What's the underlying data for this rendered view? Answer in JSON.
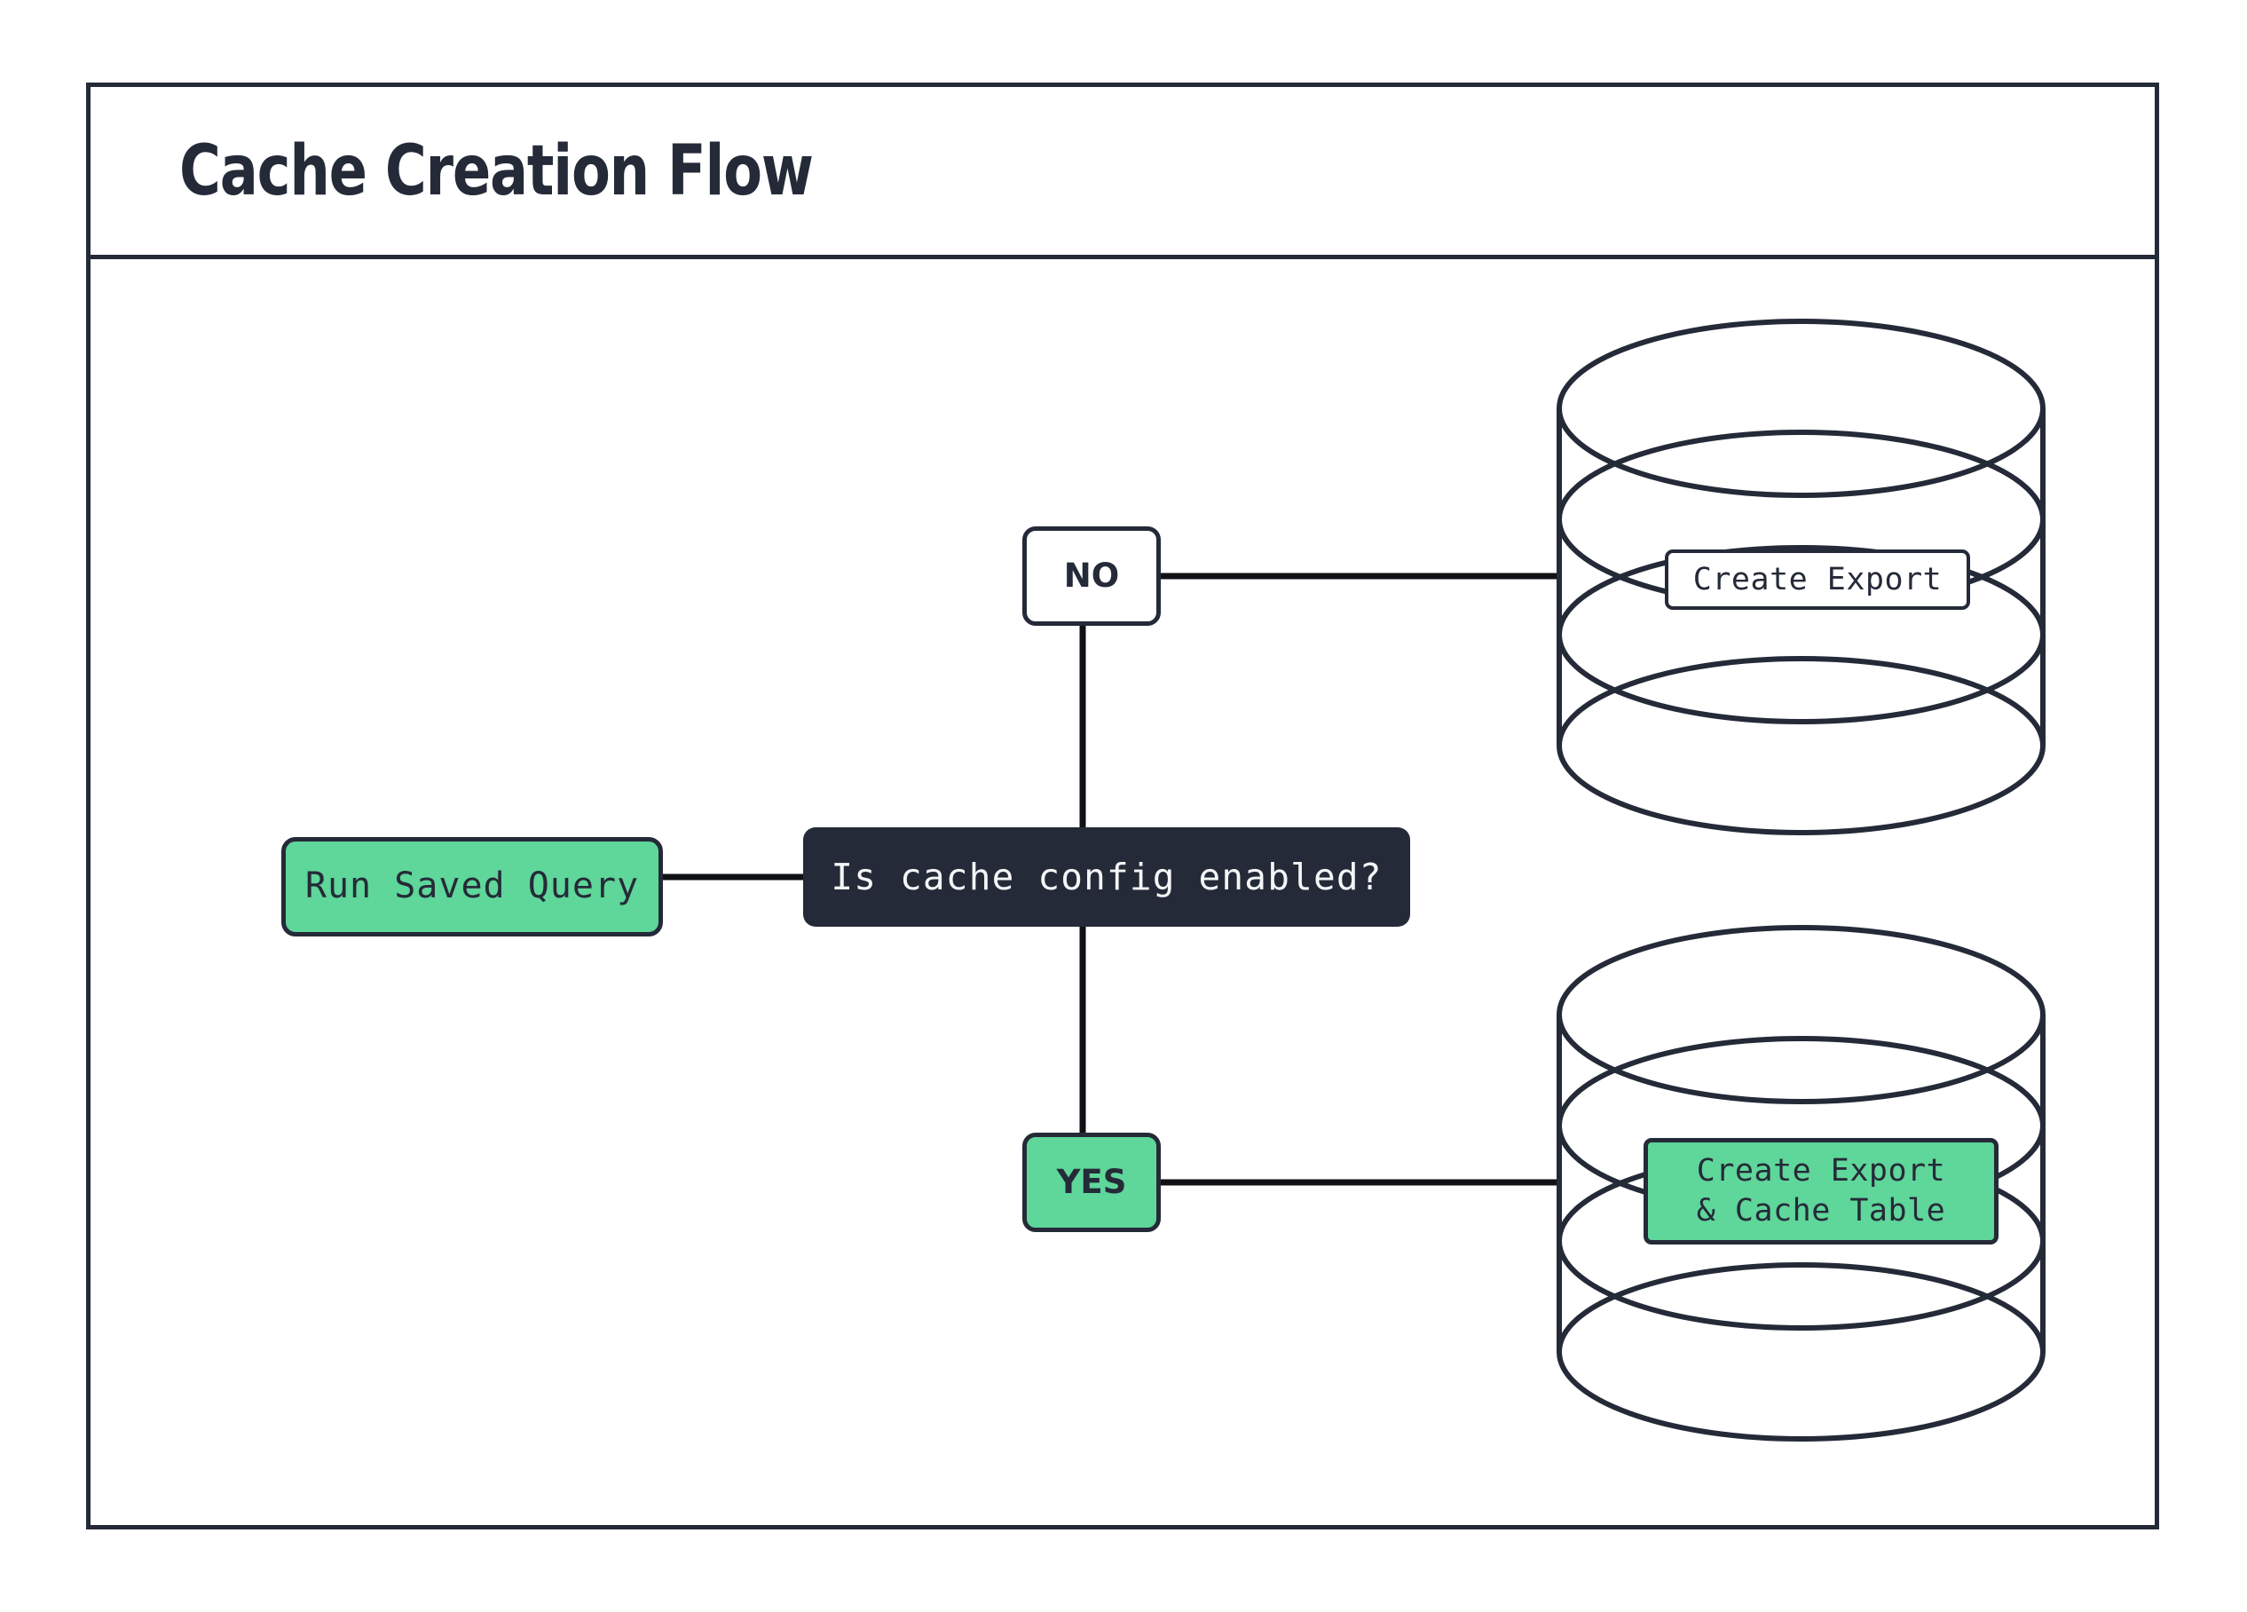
{
  "header": {
    "title": "Cache Creation Flow"
  },
  "diagram": {
    "type": "flowchart",
    "nodes": [
      {
        "id": "run-saved-query",
        "label": "Run Saved Query",
        "shape": "rounded-rect",
        "fill": "#5FD69A",
        "stroke": "#252A38"
      },
      {
        "id": "decision",
        "label": "Is cache config enabled?",
        "shape": "rounded-rect",
        "fill": "#252A38",
        "text_color": "#F4F5F7"
      },
      {
        "id": "label-no",
        "label": "NO",
        "shape": "rounded-rect",
        "fill": "#ffffff",
        "stroke": "#252A38"
      },
      {
        "id": "label-yes",
        "label": "YES",
        "shape": "rounded-rect",
        "fill": "#5FD69A",
        "stroke": "#252A38"
      },
      {
        "id": "database-top",
        "label": "Create Export",
        "shape": "stacked-cylinder",
        "fill": "#ffffff",
        "stroke": "#252A38"
      },
      {
        "id": "database-bottom",
        "label": "Create Export\n& Cache Table",
        "shape": "stacked-cylinder",
        "fill": "#5FD69A",
        "stroke": "#252A38"
      }
    ],
    "edges": [
      {
        "from": "run-saved-query",
        "to": "decision",
        "orientation": "horizontal"
      },
      {
        "from": "decision",
        "to": "label-no",
        "orientation": "vertical"
      },
      {
        "from": "label-no",
        "to": "database-top",
        "orientation": "horizontal"
      },
      {
        "from": "decision",
        "to": "label-yes",
        "orientation": "vertical"
      },
      {
        "from": "label-yes",
        "to": "database-bottom",
        "orientation": "horizontal"
      }
    ]
  },
  "colors": {
    "ink": "#252A38",
    "accent_green": "#5FD69A",
    "surface": "#ffffff"
  }
}
